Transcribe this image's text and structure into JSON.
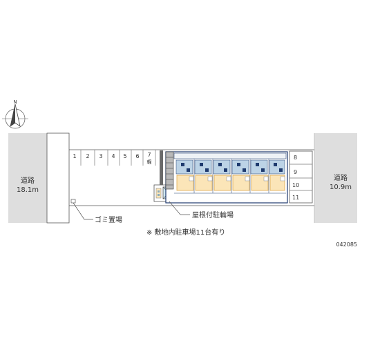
{
  "compass": {
    "north_label": "N"
  },
  "roads": {
    "left": {
      "name": "道路",
      "width": "18.1m"
    },
    "right": {
      "name": "道路",
      "width": "10.9m"
    }
  },
  "parking": {
    "top_row": [
      "1",
      "2",
      "3",
      "4",
      "5",
      "6",
      "7"
    ],
    "top_row_7_note": "軽",
    "right_column": [
      "8",
      "9",
      "10",
      "11"
    ]
  },
  "labels": {
    "garbage": "ゴミ置場",
    "bicycle": "屋根付駐輪場",
    "note": "※ 敷地内駐車場11台有り",
    "ref_id": "042085"
  },
  "colors": {
    "road": "#dedede",
    "building_outline": "#1e3a6e",
    "unit_fill": "#fbe5b8",
    "unit_stroke": "#e0a94a",
    "line": "#555555"
  }
}
